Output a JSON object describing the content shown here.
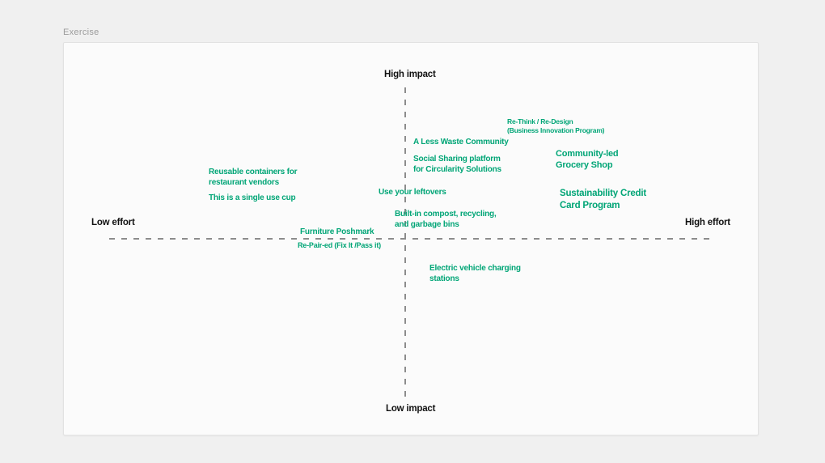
{
  "page": {
    "exercise_label": "Exercise"
  },
  "colors": {
    "page_bg": "#f0f0f0",
    "panel_bg": "#fbfbfb",
    "item_text": "#00a576",
    "axis_text": "#111111",
    "dashed_line": "#8c8c8c",
    "exercise_label_text": "#9b9b9b"
  },
  "matrix": {
    "axes": {
      "top": "High impact",
      "bottom": "Low impact",
      "left": "Low effort",
      "right": "High effort"
    },
    "items": [
      {
        "id": "reusable-containers",
        "quadrant": "low-effort-high-impact",
        "lines": [
          "Reusable containers for",
          "restaurant vendors"
        ]
      },
      {
        "id": "single-use-cup",
        "quadrant": "low-effort-high-impact",
        "lines": [
          "This is a single use cup"
        ]
      },
      {
        "id": "furniture-poshmark",
        "quadrant": "low-effort-high-impact",
        "lines": [
          "Furniture Poshmark"
        ]
      },
      {
        "id": "re-pair-ed",
        "quadrant": "low-effort-low-impact",
        "lines": [
          "Re-Pair-ed (Fix It /Pass it)"
        ]
      },
      {
        "id": "a-less-waste-community",
        "quadrant": "high-effort-high-impact",
        "lines": [
          "A Less Waste Community"
        ]
      },
      {
        "id": "social-sharing-platform",
        "quadrant": "high-effort-high-impact",
        "lines": [
          "Social Sharing platform",
          "for Circularity Solutions"
        ]
      },
      {
        "id": "use-your-leftovers",
        "quadrant": "center-high-impact",
        "lines": [
          "Use your leftovers"
        ]
      },
      {
        "id": "built-in-compost",
        "quadrant": "center-high-impact",
        "lines": [
          "Built-in compost, recycling,",
          "and garbage bins"
        ]
      },
      {
        "id": "re-think-re-design",
        "quadrant": "high-effort-high-impact",
        "lines": [
          "Re-Think / Re-Design",
          "(Business Innovation Program)"
        ]
      },
      {
        "id": "community-led-grocery",
        "quadrant": "high-effort-high-impact",
        "lines": [
          "Community-led",
          "Grocery Shop"
        ]
      },
      {
        "id": "sustainability-credit-card",
        "quadrant": "high-effort-high-impact",
        "lines": [
          "Sustainability Credit",
          "Card Program"
        ]
      },
      {
        "id": "electric-vehicle-charging",
        "quadrant": "high-effort-low-impact",
        "lines": [
          "Electric vehicle charging",
          "stations"
        ]
      }
    ]
  }
}
